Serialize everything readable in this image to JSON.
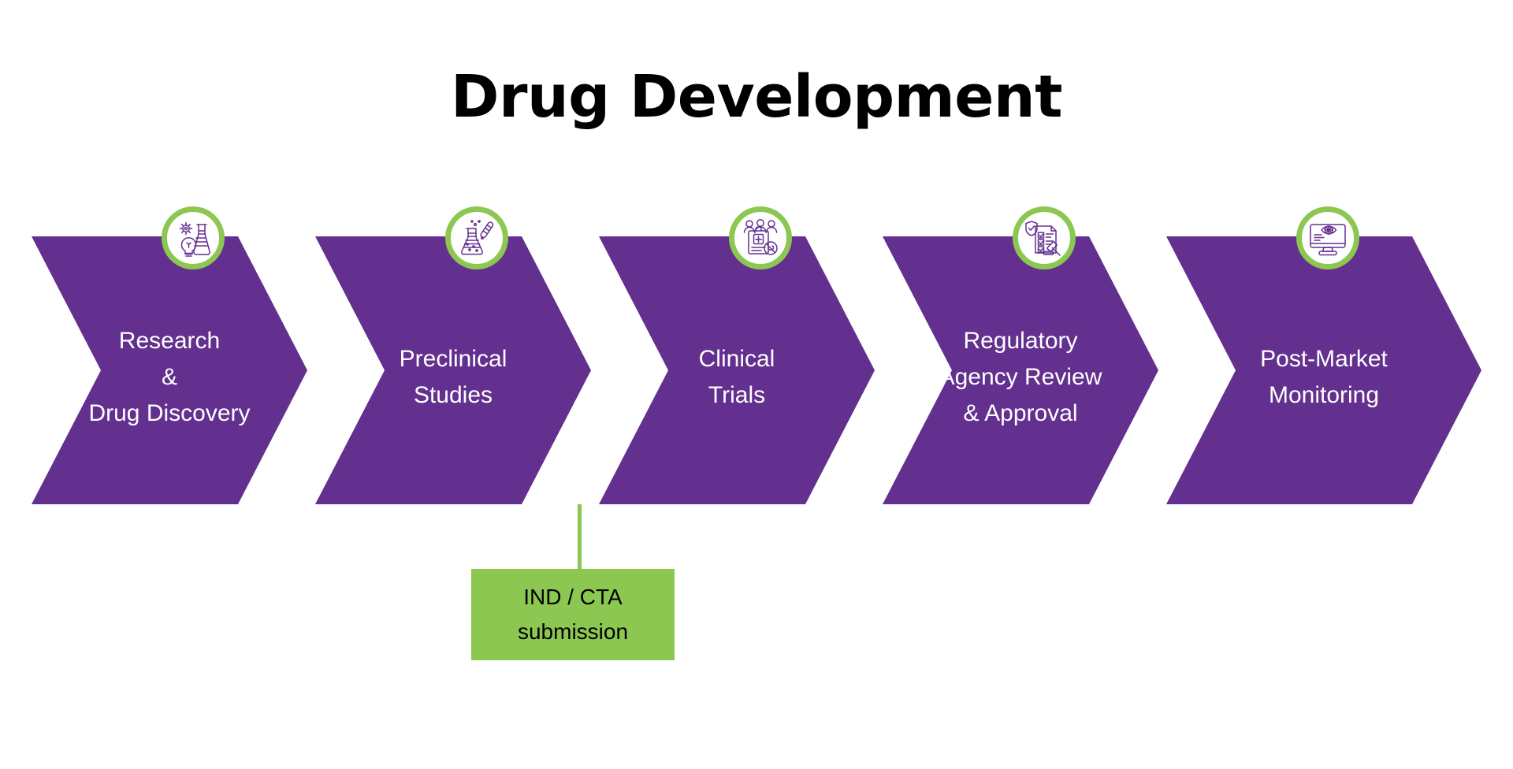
{
  "page": {
    "title": "Drug Development",
    "background_color": "#FFFFFF"
  },
  "colors": {
    "purple": "#63308F",
    "green": "#8CC751",
    "text_on_purple": "#FFFFFF",
    "title_color": "#000000",
    "badge_fill": "#FFFFFF"
  },
  "flow": {
    "stages": [
      {
        "id": "research-drug-discovery",
        "lines": [
          "Research",
          "&",
          "Drug Discovery"
        ],
        "icon": "gear-flask-lightbulb-icon",
        "color": "#63308F"
      },
      {
        "id": "preclinical-studies",
        "lines": [
          "Preclinical",
          "Studies"
        ],
        "icon": "flask-test-tube-icon",
        "color": "#63308F"
      },
      {
        "id": "clinical-trials",
        "lines": [
          "Clinical",
          "Trials"
        ],
        "icon": "people-clipboard-pill-icon",
        "color": "#63308F"
      },
      {
        "id": "regulatory-agency-review-approval",
        "lines": [
          "Regulatory",
          "Agency Review",
          "& Approval"
        ],
        "icon": "shield-checklist-gavel-icon",
        "color": "#63308F"
      },
      {
        "id": "post-market-monitoring",
        "lines": [
          "Post-Market",
          "Monitoring"
        ],
        "icon": "monitor-eye-icon",
        "color": "#63308F"
      }
    ]
  },
  "annotation": {
    "id": "ind-cta-submission",
    "lines": [
      "IND / CTA",
      "submission"
    ],
    "color": "#8CC751",
    "text_color": "#000000",
    "attached_to_stage": "preclinical-studies"
  }
}
